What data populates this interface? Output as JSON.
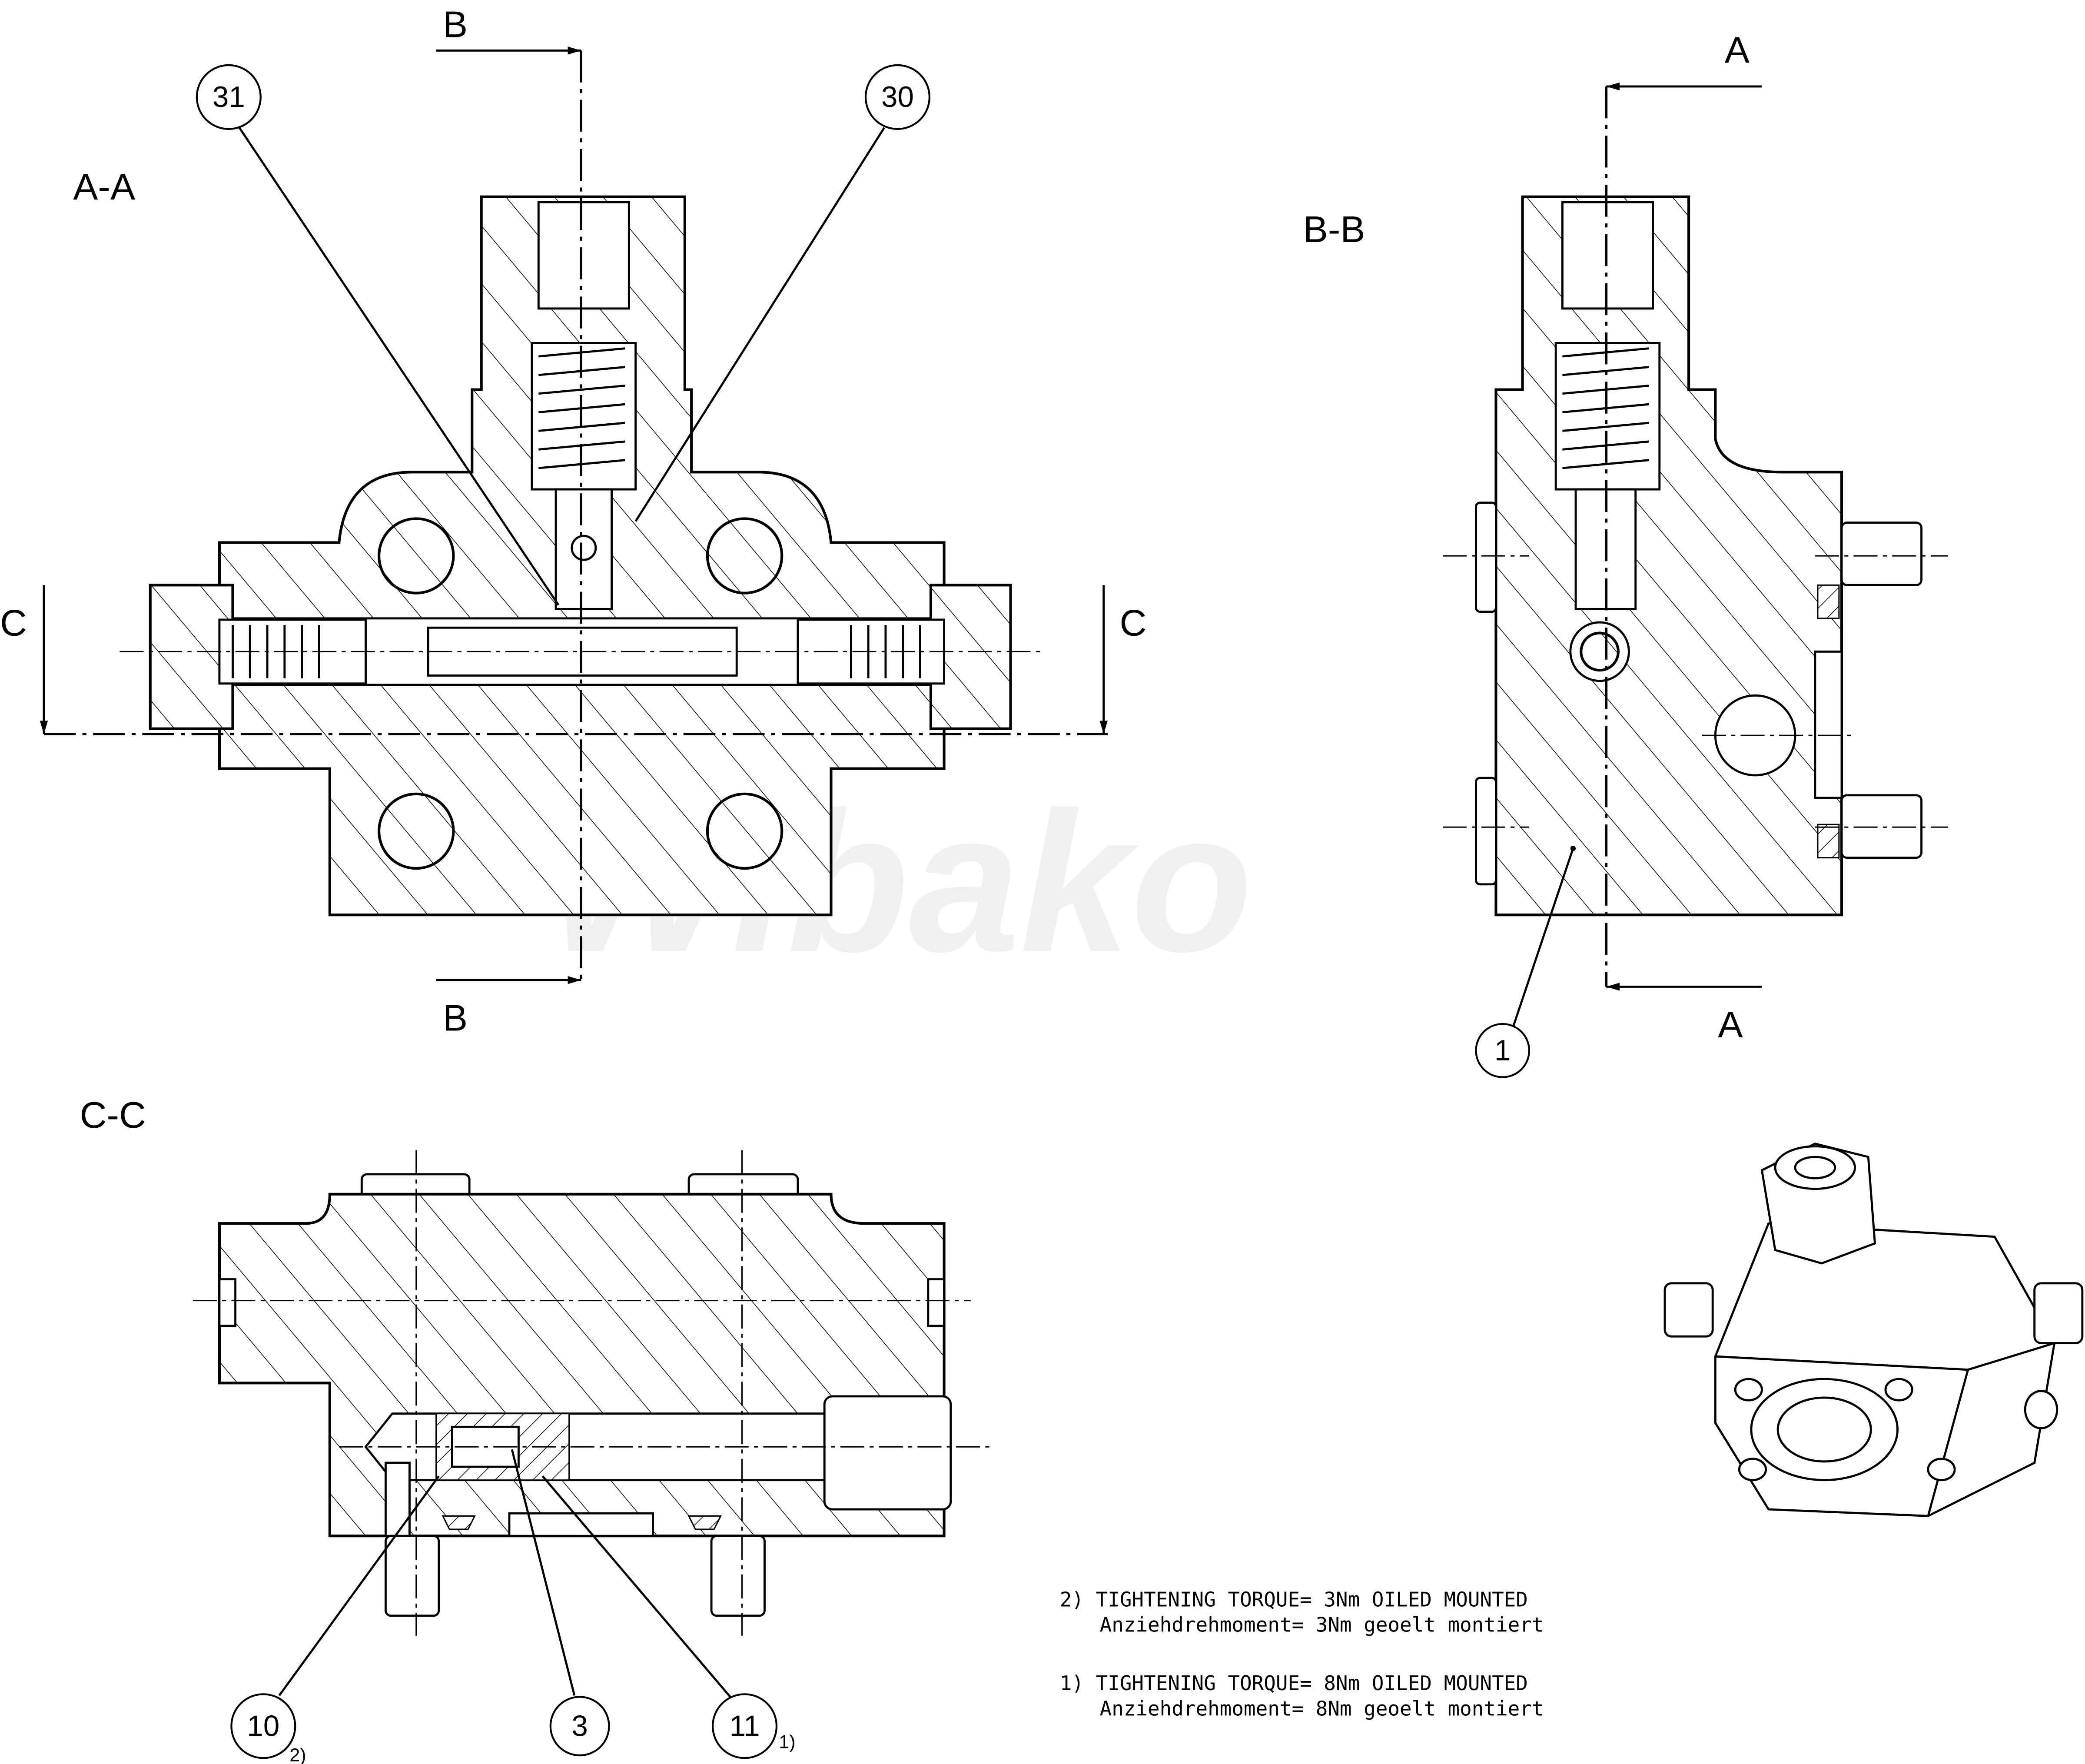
{
  "views": {
    "section_aa": {
      "title": "A-A"
    },
    "section_bb": {
      "title": "B-B"
    },
    "section_cc": {
      "title": "C-C"
    }
  },
  "section_markers": {
    "b_top": "B",
    "b_bottom": "B",
    "a_top": "A",
    "a_bottom": "A",
    "c_left": "C",
    "c_right": "C"
  },
  "balloons": [
    {
      "number": "31",
      "note": ""
    },
    {
      "number": "30",
      "note": ""
    },
    {
      "number": "1",
      "note": ""
    },
    {
      "number": "10",
      "note": "2)"
    },
    {
      "number": "3",
      "note": ""
    },
    {
      "number": "11",
      "note": "1)"
    }
  ],
  "notes": [
    {
      "en": "2) TIGHTENING TORQUE= 3Nm OILED MOUNTED",
      "de": "Anziehdrehmoment= 3Nm geoelt montiert"
    },
    {
      "en": "1) TIGHTENING TORQUE= 8Nm OILED MOUNTED",
      "de": "Anziehdrehmoment= 8Nm geoelt montiert"
    }
  ],
  "watermark": "Wibako"
}
